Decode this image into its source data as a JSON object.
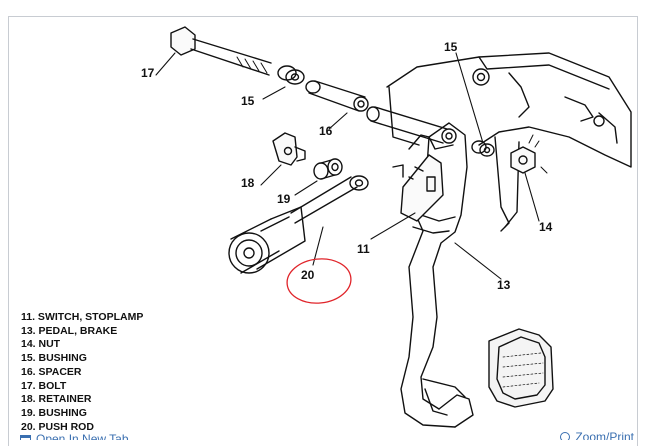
{
  "callouts": {
    "c17": "17",
    "c15a": "15",
    "c16": "16",
    "c15b": "15",
    "c18": "18",
    "c19": "19",
    "c11": "11",
    "c14": "14",
    "c13": "13",
    "c20": "20"
  },
  "legend": [
    "11. SWITCH, STOPLAMP",
    "13. PEDAL, BRAKE",
    "14. NUT",
    "15. BUSHING",
    "16. SPACER",
    "17. BOLT",
    "18. RETAINER",
    "19. BUSHING",
    "20. PUSH ROD"
  ],
  "actions": {
    "open_tab": "Open In New Tab",
    "zoom_print": "Zoom/Print"
  },
  "colors": {
    "annotation_circle": "#e0242a",
    "link": "#3a6fb0",
    "line_art": "#111111"
  },
  "icons": {
    "open_tab": "new-tab-icon",
    "zoom_print": "zoom-icon"
  }
}
